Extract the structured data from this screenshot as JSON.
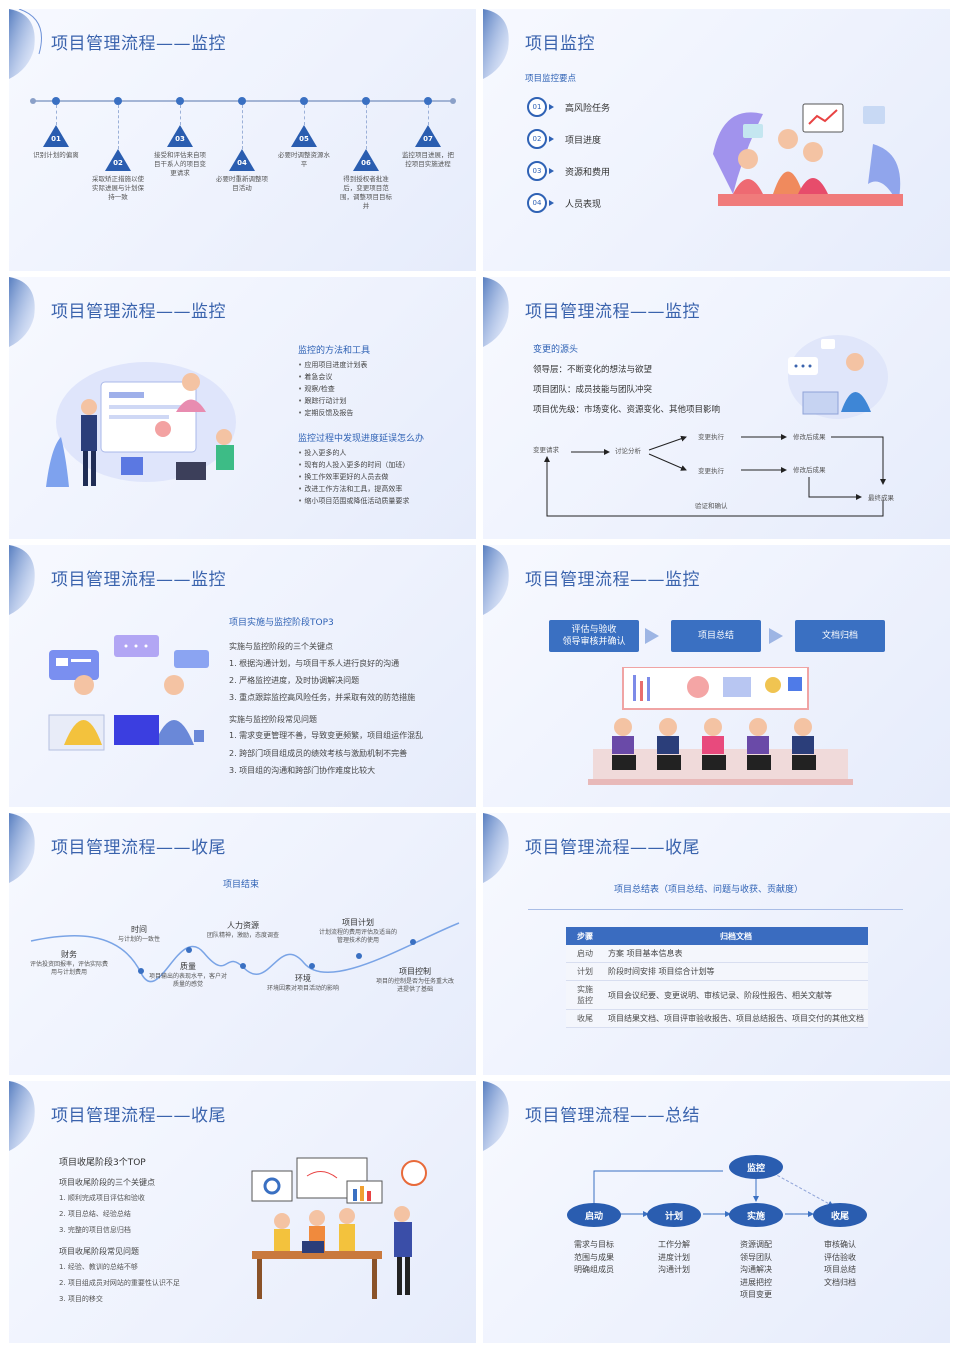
{
  "s1": {
    "title": "项目管理流程——监控",
    "steps": [
      {
        "num": "01",
        "text": "识别计划的偏离"
      },
      {
        "num": "02",
        "text": "采取矫正措施以使实际进展与计划保持一致"
      },
      {
        "num": "03",
        "text": "接受和评估来自项目干系人的项目变更请求"
      },
      {
        "num": "04",
        "text": "必要时重新调整项目活动"
      },
      {
        "num": "05",
        "text": "必要时调整资源水平"
      },
      {
        "num": "06",
        "text": "得到授权者批准后，变更项目范围，调整项目目标并"
      },
      {
        "num": "07",
        "text": "监控项目进展，把控项目实施进程"
      }
    ]
  },
  "s2": {
    "title": "项目监控",
    "subtitle": "项目监控要点",
    "items": [
      {
        "num": "01",
        "text": "高风险任务"
      },
      {
        "num": "02",
        "text": "项目进度"
      },
      {
        "num": "03",
        "text": "资源和费用"
      },
      {
        "num": "04",
        "text": "人员表现"
      }
    ]
  },
  "s3": {
    "title": "项目管理流程——监控",
    "h1": "监控的方法和工具",
    "list1": [
      "应用项目进度计划表",
      "着急会议",
      "观察/检查",
      "跟踪行动计划",
      "定期反馈及报告"
    ],
    "h2": "监控过程中发现进度延误怎么办",
    "list2": [
      "投入更多的人",
      "现有的人投入更多的时间（加班）",
      "换工作效率更好的人员去做",
      "改进工作方法和工具，提高效率",
      "缩小项目范围或降低活动质量要求"
    ]
  },
  "s4": {
    "title": "项目管理流程——监控",
    "h": "变更的源头",
    "lines": [
      "领导层：不断变化的想法与欲望",
      "项目团队：成员技能与团队冲突",
      "项目优先级：市场变化、资源变化、其他项目影响"
    ],
    "flow": {
      "req": "变更请求",
      "discuss": "讨论分析",
      "exec1": "变更执行",
      "exec2": "变更执行",
      "after1": "修改后成果",
      "after2": "修改后成果",
      "final": "最终成果",
      "verify": "验证和确认"
    }
  },
  "s5": {
    "title": "项目管理流程——监控",
    "h": "项目实施与监控阶段TOP3",
    "sub1": "实施与监控阶段的三个关键点",
    "points": [
      "1. 根据沟通计划，与项目干系人进行良好的沟通",
      "2. 严格监控进度，及时协调解决问题",
      "3. 重点跟踪监控高风险任务，并采取有效的防范措施"
    ],
    "sub2": "实施与监控阶段常见问题",
    "problems": [
      "1. 需求变更管理不善，导致变更频繁，项目组运作混乱",
      "2. 跨部门项目组成员的绩效考核与激励机制不完善",
      "3. 项目组的沟通和跨部门协作难度比较大"
    ]
  },
  "s6": {
    "title": "项目管理流程——监控",
    "boxes": [
      "评估与验收\n领导审核并确认",
      "项目总结",
      "文档归档"
    ]
  },
  "s7": {
    "title": "项目管理流程——收尾",
    "h": "项目结束",
    "nodes": [
      {
        "label": "财务",
        "desc": "评估投资回报率，评估实际费用与计划费用"
      },
      {
        "label": "时间",
        "desc": "与计划的一致性"
      },
      {
        "label": "质量",
        "desc": "项目输出的表现水平，客户对质量的感觉"
      },
      {
        "label": "人力资源",
        "desc": "团队精神，激励，态度调查"
      },
      {
        "label": "环境",
        "desc": "环境因素对项目活动的影响"
      },
      {
        "label": "项目计划",
        "desc": "计划流程的费用评估及适当的管理技术的使用"
      },
      {
        "label": "项目控制",
        "desc": "项目的控制是否为任务重大改进提供了基础"
      }
    ]
  },
  "s8": {
    "title": "项目管理流程——收尾",
    "h": "项目总结表（项目总结、问题与收获、贡献度）",
    "headers": [
      "步骤",
      "归档文档"
    ],
    "rows": [
      {
        "step": "启动",
        "doc": "方案  项目基本信息表"
      },
      {
        "step": "计划",
        "doc": "阶段时间安排  项目综合计划等"
      },
      {
        "step": "实施\n监控",
        "doc": "项目会议纪要、变更说明、审核记录、阶段性报告、相关文献等"
      },
      {
        "step": "收尾",
        "doc": "项目结果文档、项目评审验收报告、项目总结报告、项目交付的其他文档"
      }
    ]
  },
  "s9": {
    "title": "项目管理流程——收尾",
    "h": "项目收尾阶段3个TOP",
    "sub1": "项目收尾阶段的三个关键点",
    "points": [
      "1. 顺利完成项目评估和验收",
      "2. 项目总结、经验总结",
      "3. 完整的项目信息归档"
    ],
    "sub2": "项目收尾阶段常见问题",
    "problems": [
      "1. 经验、教训的总结不够",
      "2. 项目组成员对网站的重要性认识不足",
      "3. 项目的移交"
    ]
  },
  "s10": {
    "title": "项目管理流程——总结",
    "monitor": "监控",
    "phases": [
      {
        "name": "启动",
        "items": [
          "需求与目标",
          "范围与成果",
          "明确组成员"
        ]
      },
      {
        "name": "计划",
        "items": [
          "工作分解",
          "进度计划",
          "沟通计划"
        ]
      },
      {
        "name": "实施",
        "items": [
          "资源调配",
          "领导团队",
          "沟通解决",
          "进展把控",
          "项目变更"
        ]
      },
      {
        "name": "收尾",
        "items": [
          "审核确认",
          "评估验收",
          "项目总结",
          "文档归档"
        ]
      }
    ]
  },
  "colors": {
    "accent": "#3a63ad",
    "box": "#3a70c2",
    "dark": "#2a5db0"
  }
}
